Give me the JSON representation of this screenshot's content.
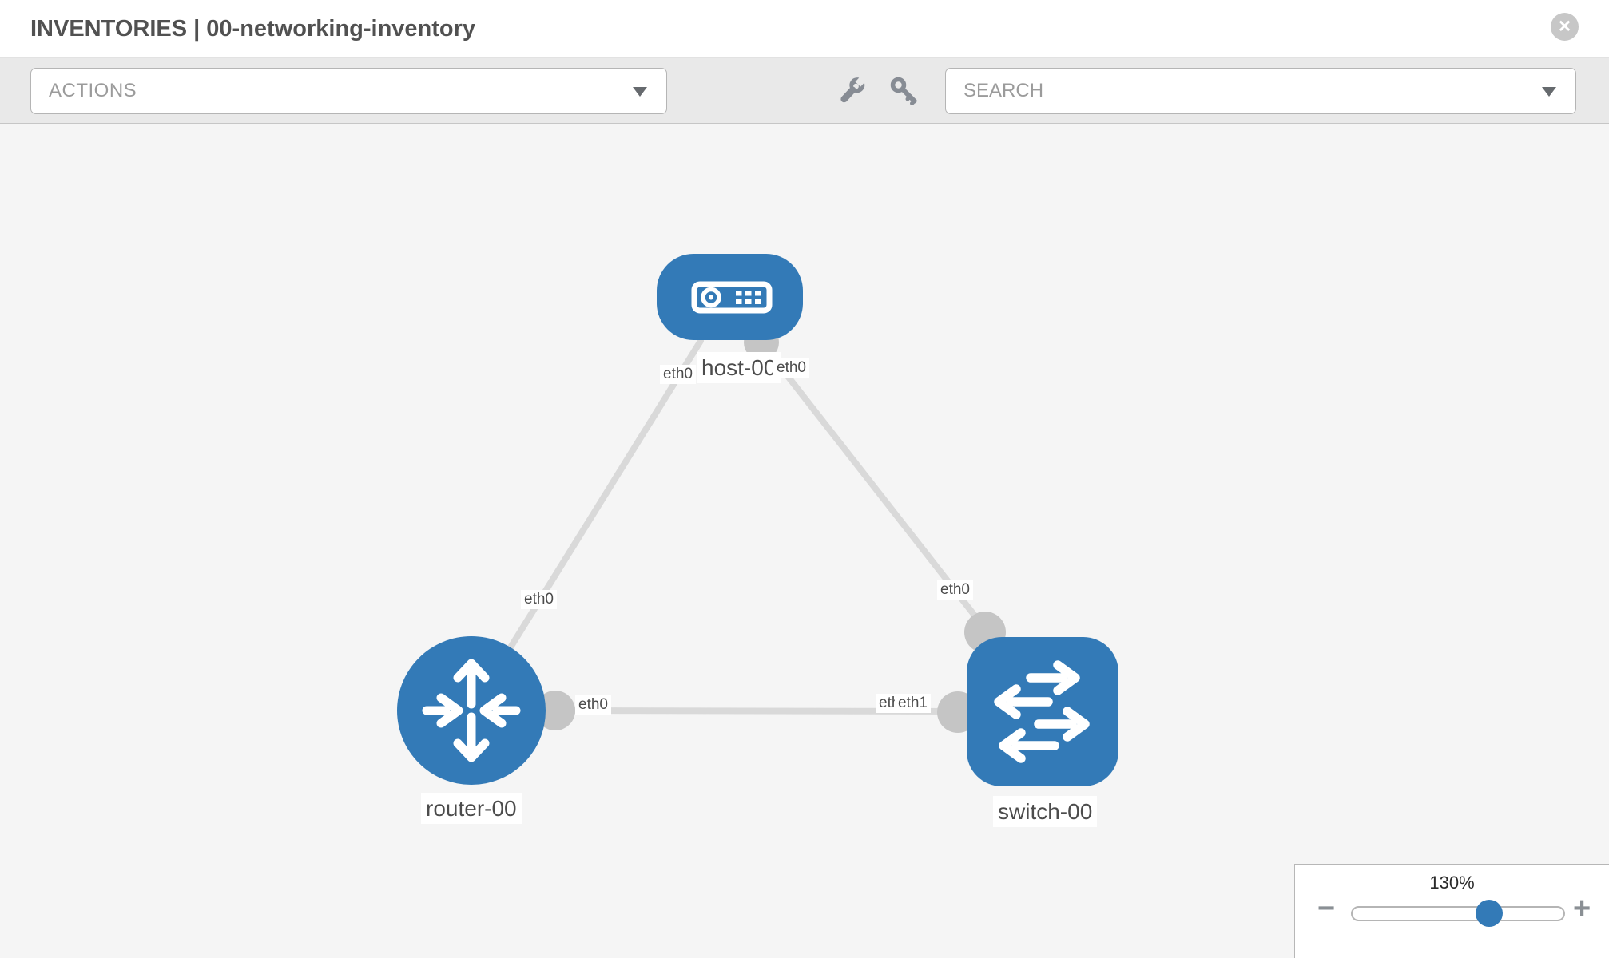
{
  "header": {
    "title": "INVENTORIES | 00-networking-inventory",
    "close_glyph": "✕"
  },
  "toolbar": {
    "actions_label": "ACTIONS",
    "search_placeholder": "SEARCH"
  },
  "topology": {
    "nodes": [
      {
        "id": "host-00",
        "type": "host",
        "label": "host-00"
      },
      {
        "id": "router-00",
        "type": "router",
        "label": "router-00"
      },
      {
        "id": "switch-00",
        "type": "switch",
        "label": "switch-00"
      }
    ],
    "links": [
      {
        "source": "host-00",
        "target": "router-00",
        "source_interface": "eth0",
        "target_interface": "eth0"
      },
      {
        "source": "host-00",
        "target": "switch-00",
        "source_interface": "eth0",
        "target_interface": "eth0"
      },
      {
        "source": "router-00",
        "target": "switch-00",
        "source_interface": "eth0",
        "target_interface": "eth1"
      }
    ]
  },
  "zoom_control": {
    "level": "130%",
    "minus_glyph": "−",
    "plus_glyph": "+"
  },
  "colors": {
    "node_blue": "#337ab7",
    "link_gray": "#d9d9d9",
    "bubble_gray": "#c5c5c5",
    "icon_gray": "#878c94"
  }
}
